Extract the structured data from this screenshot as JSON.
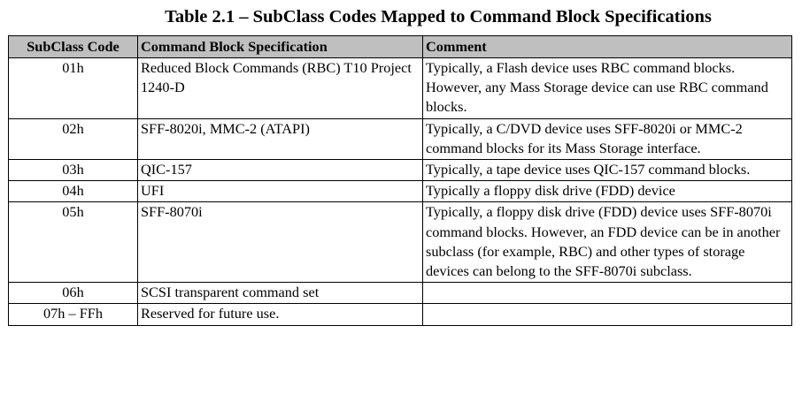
{
  "table": {
    "caption": "Table 2.1 – SubClass Codes Mapped to Command Block Specifications",
    "headers": [
      "SubClass Code",
      "Command Block Specification",
      "Comment"
    ],
    "rows": [
      {
        "code": "01h",
        "spec": "Reduced Block Commands (RBC) T10 Project 1240-D",
        "comment": "Typically, a Flash device uses RBC command blocks. However, any Mass Storage device can use RBC command blocks."
      },
      {
        "code": "02h",
        "spec": "SFF-8020i, MMC-2 (ATAPI)",
        "comment": "Typically, a C/DVD device uses SFF-8020i or MMC-2 command blocks for its Mass Storage interface."
      },
      {
        "code": "03h",
        "spec": "QIC-157",
        "comment": "Typically, a tape device uses QIC-157 command blocks."
      },
      {
        "code": "04h",
        "spec": "UFI",
        "comment": "Typically a floppy disk drive (FDD) device"
      },
      {
        "code": "05h",
        "spec": "SFF-8070i",
        "comment": "Typically, a floppy disk drive (FDD) device uses SFF-8070i command blocks. However, an FDD device can be in another subclass (for example, RBC) and other types of storage devices can belong to the SFF-8070i subclass."
      },
      {
        "code": "06h",
        "spec": "SCSI transparent command set",
        "comment": ""
      },
      {
        "code": "07h – FFh",
        "spec": "Reserved for future use.",
        "comment": ""
      }
    ]
  },
  "colors": {
    "header_background": "#bfbfbf",
    "border": "#000000",
    "text": "#000000"
  }
}
